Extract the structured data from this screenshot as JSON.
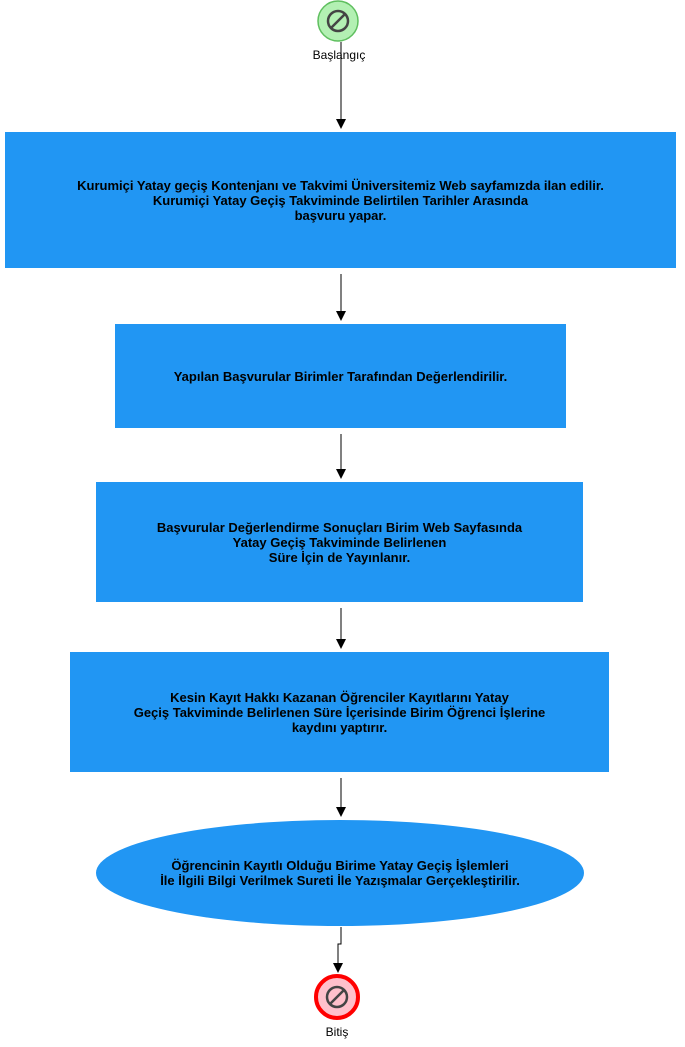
{
  "start": {
    "label": "Başlangıç",
    "color": "#b3f0b3"
  },
  "steps": [
    {
      "text": "Kurumiçi Yatay geçiş Kontenjanı ve Takvimi Üniversitemiz Web sayfamızda ilan edilir.\nKurumiçi Yatay Geçiş Takviminde Belirtilen Tarihler Arasında\nbaşvuru yapar."
    },
    {
      "text": "Yapılan Başvurular Birimler Tarafından Değerlendirilir."
    },
    {
      "text": "Başvurular Değerlendirme Sonuçları Birim Web Sayfasında\nYatay Geçiş Takviminde Belirlenen\nSüre İçin de Yayınlanır."
    },
    {
      "text": "Kesin Kayıt Hakkı Kazanan Öğrenciler Kayıtlarını Yatay\nGeçiş Takviminde Belirlenen Süre İçerisinde Birim Öğrenci İşlerine\nkaydını yaptırır."
    },
    {
      "text": "Öğrencinin Kayıtlı Olduğu Birime Yatay Geçiş İşlemleri\nİle İlgili Bilgi Verilmek Sureti İle Yazışmalar Gerçekleştirilir."
    }
  ],
  "end": {
    "label": "Bitiş",
    "color": "#ffc0cb"
  },
  "colors": {
    "box": "#2196f3"
  }
}
